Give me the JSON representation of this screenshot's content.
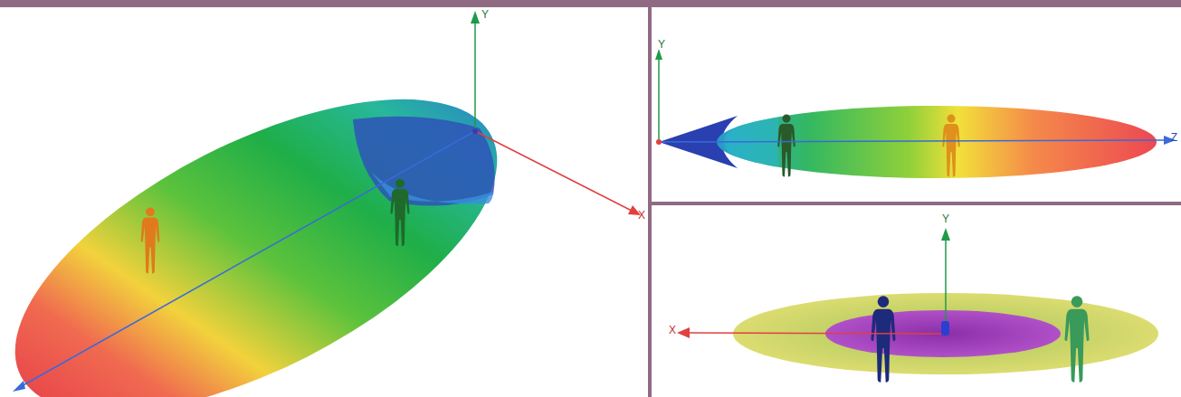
{
  "diagram": {
    "labels": [
      "Y",
      "X",
      "Y",
      "Z",
      "Y",
      "X"
    ]
  }
}
